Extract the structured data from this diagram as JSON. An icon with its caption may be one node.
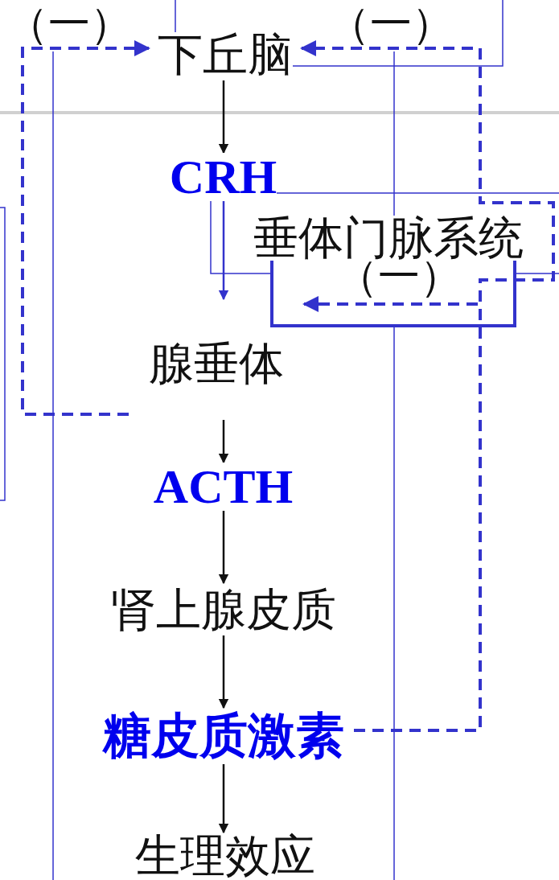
{
  "diagram": {
    "nodes": [
      {
        "text": [
          "下丘脑"
        ]
      },
      {
        "text": [
          "CRH"
        ]
      },
      {
        "text": [
          "垂体门脉系统"
        ]
      },
      {
        "text": [
          "腺垂体"
        ]
      },
      {
        "text": [
          "ACTH"
        ]
      },
      {
        "text": [
          "肾上腺皮质"
        ]
      },
      {
        "text": [
          "糖皮质激素"
        ]
      },
      {
        "text": [
          "生理效应"
        ]
      }
    ],
    "edges": [
      {
        "from": 0,
        "to": 1,
        "arrow": "to"
      },
      {
        "from": 1,
        "to": 3,
        "arrow": "to",
        "color": "#3333cc"
      },
      {
        "from": 3,
        "to": 4,
        "arrow": "to"
      },
      {
        "from": 4,
        "to": 5,
        "arrow": "to"
      },
      {
        "from": 5,
        "to": 6,
        "arrow": "to"
      },
      {
        "from": 6,
        "to": 7,
        "arrow": "to"
      },
      {
        "from": 6,
        "to": 0,
        "arrow": "to",
        "style": "dashed",
        "color": "#3333cc"
      },
      {
        "from": 6,
        "to": 3,
        "arrow": "to",
        "style": "dashed",
        "color": "#3333cc"
      },
      {
        "from": 3,
        "to": 0,
        "arrow": "to",
        "style": "dashed",
        "color": "#3333cc"
      }
    ],
    "labels": [
      "（一）",
      "（一）",
      "（一）"
    ]
  }
}
